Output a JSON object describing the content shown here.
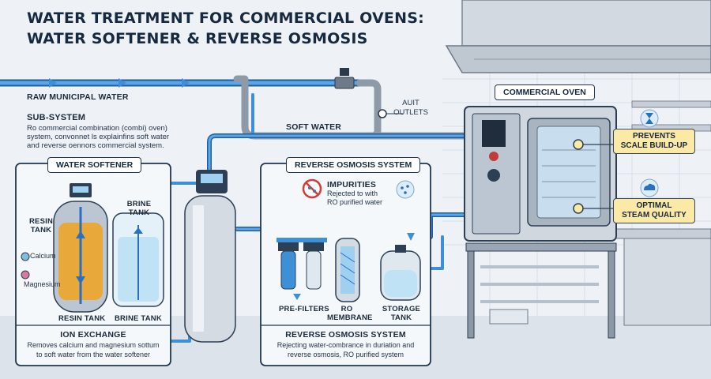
{
  "title": {
    "line1": "WATER TREATMENT FOR COMMERCIAL OVENS:",
    "line2": "WATER SOFTENER & REVERSE OSMOSIS"
  },
  "raw_water_label": "RAW MUNICIPAL WATER",
  "subsystem": {
    "heading": "SUB-SYSTEM",
    "line1": "Ro commercial combination (combi) oven)",
    "line2": "system, convonnet ls explainfins soft water",
    "line3": "and reverse oennors commercial system."
  },
  "soft_water_label": "SOFT WATER",
  "outlets_label": {
    "line1": "AUIT",
    "line2": "OUTLETS"
  },
  "oven": {
    "heading": "COMMERCIAL OVEN",
    "callout1": {
      "line1": "PREVENTS",
      "line2": "SCALE BUILD-UP"
    },
    "callout2": {
      "line1": "OPTIMAL",
      "line2": "STEAM QUALITY"
    }
  },
  "softener": {
    "heading": "WATER SOFTENER",
    "resin_tank": {
      "line1": "RESIN",
      "line2": "TANK"
    },
    "brine_tank": {
      "line1": "BRINE",
      "line2": "TANK"
    },
    "calcium": "Calcium",
    "magnesium": "Magnesium",
    "bottom_resin": "RESIN TANK",
    "bottom_brine": "BRINE TANK",
    "footer_title": "ION EXCHANGE",
    "footer_line1": "Removes calcium and magnesium sottum",
    "footer_line2": "to soft water from the water softener"
  },
  "ro": {
    "heading": "REVERSE OSMOSIS SYSTEM",
    "impurities": {
      "title": "IMPURITIES",
      "line1": "Rejected to with",
      "line2": "RO purified water"
    },
    "prefilters": "PRE-FILTERS",
    "membrane": {
      "line1": "RO",
      "line2": "MEMBRANE"
    },
    "storage": {
      "line1": "STORAGE",
      "line2": "TANK"
    },
    "footer_title": "REVERSE OSMOSIS SYSTEM",
    "footer_line1": "Rejecting water-combrance in duriation and",
    "footer_line2": "reverse osmosis, RO purified system"
  },
  "colors": {
    "pipe": "#3d8fd8",
    "pipe_dark": "#1f5f9c",
    "ink": "#17293f",
    "callout": "#fbe9a5",
    "resin": "#e8a93a",
    "brine": "#bfe3f5"
  }
}
